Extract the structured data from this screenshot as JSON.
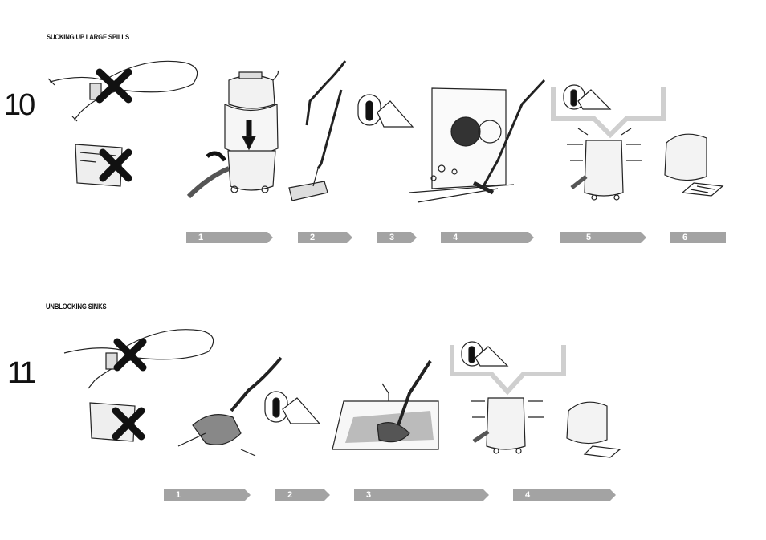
{
  "section10": {
    "heading": "SUCKING UP LARGE SPILLS",
    "number": "10",
    "steps": [
      "1",
      "2",
      "3",
      "4",
      "5",
      "6"
    ]
  },
  "section11": {
    "heading": "UNBLOCKING SINKS",
    "number": "11",
    "steps": [
      "1",
      "2",
      "3",
      "4"
    ]
  },
  "colors": {
    "step_bar": "#a3a3a3",
    "highlight_frame": "#cfcfcf",
    "cross": "#111111"
  },
  "icons": [
    "no-filter-cross-icon",
    "no-bag-cross-icon",
    "press-button-icon",
    "vacuum-illustration",
    "empty-tank-illustration"
  ]
}
